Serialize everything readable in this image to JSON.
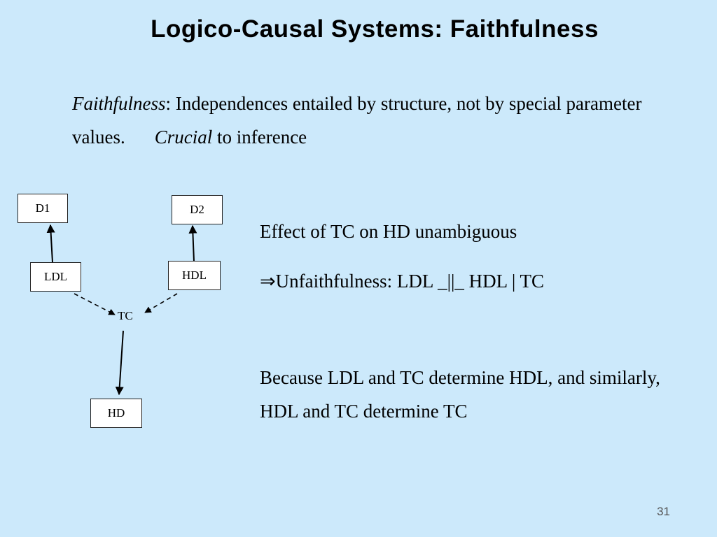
{
  "slide": {
    "title": "Logico-Causal Systems: Faithfulness",
    "page_number": "31"
  },
  "intro": {
    "term": "Faithfulness",
    "definition": ": Independences entailed by structure, not by special parameter values.",
    "emphasis": "Crucial",
    "emphasis_tail": " to inference"
  },
  "notes": {
    "effect": "Effect of TC on HD unambiguous",
    "implies_symbol": "⇒",
    "unfaithful": "Unfaithfulness: LDL _||_ HDL | TC",
    "because": "Because LDL and TC determine HDL, and similarly, HDL and TC determine TC"
  },
  "diagram": {
    "nodes": {
      "d1": "D1",
      "d2": "D2",
      "ldl": "LDL",
      "hdl": "HDL",
      "tc": "TC",
      "hd": "HD"
    },
    "edges": [
      {
        "from": "LDL",
        "to": "D1",
        "style": "solid"
      },
      {
        "from": "HDL",
        "to": "D2",
        "style": "solid"
      },
      {
        "from": "LDL",
        "to": "TC",
        "style": "dashed"
      },
      {
        "from": "HDL",
        "to": "TC",
        "style": "dashed"
      },
      {
        "from": "TC",
        "to": "HD",
        "style": "solid"
      }
    ]
  }
}
